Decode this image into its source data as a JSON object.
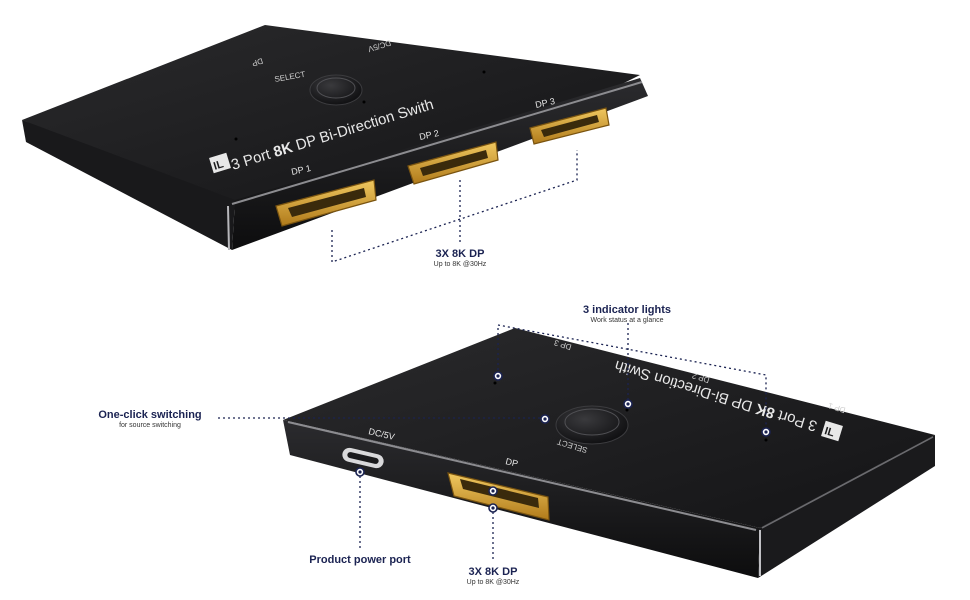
{
  "top_device": {
    "title_prefix": "3 Port ",
    "title_bold": "8K",
    "title_suffix": " DP Bi-Direction Swith",
    "brand_glyph": "IL",
    "port_labels": [
      "DP 1",
      "DP 2",
      "DP 3"
    ],
    "select_label": "SELECT",
    "rear_labels": [
      "DP",
      "DC/5V"
    ]
  },
  "top_callout": {
    "title": "3X 8K DP",
    "subtitle": "Up to 8K @30Hz"
  },
  "bottom_device": {
    "title_prefix": "3 Port ",
    "title_bold": "8K",
    "title_suffix": " DP Bi-Direction Swith",
    "brand_glyph": "IL",
    "indicator_labels": [
      "DP 1",
      "DP 2",
      "DP 3"
    ],
    "select_label": "SELECT",
    "power_label": "DC/5V",
    "dp_label": "DP"
  },
  "callouts": {
    "indicators_title": "3 indicator lights",
    "indicators_subtitle": "Work status at a glance",
    "switching_title": "One-click switching",
    "switching_subtitle": "for source switching",
    "power_title": "Product power port",
    "dp_title": "3X 8K DP",
    "dp_subtitle": "Up to 8K @30Hz"
  },
  "colors": {
    "device_body": "#1c1c1e",
    "port_gold": "#d4a23a",
    "callout_navy": "#1b2352"
  }
}
